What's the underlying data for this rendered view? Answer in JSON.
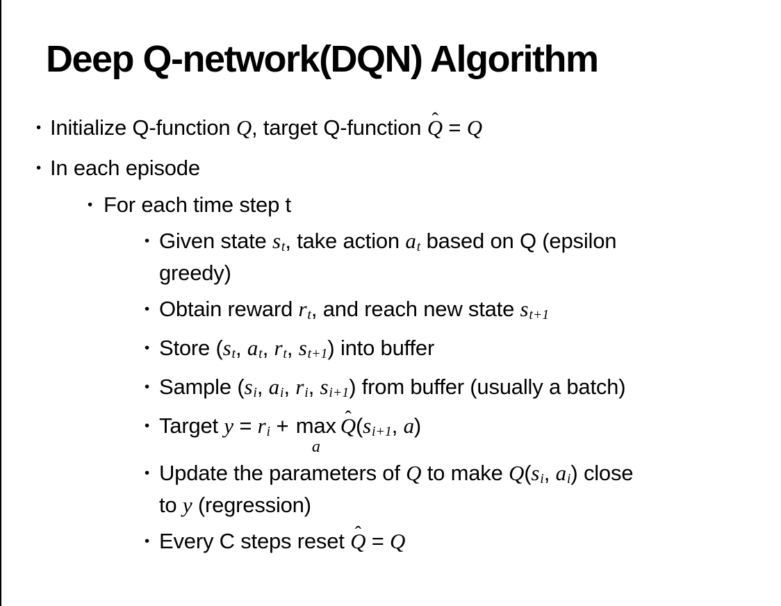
{
  "page": {
    "background_color": "#ffffff",
    "text_color": "#000000",
    "left_edge_line_color": "#000000"
  },
  "slide": {
    "title": "Deep Q-network(DQN) Algorithm",
    "bullet_glyph": "•",
    "bullets": [
      {
        "level": 1,
        "runs": [
          {
            "k": "t",
            "v": "Initialize Q-function "
          },
          {
            "k": "m",
            "v": "Q"
          },
          {
            "k": "t",
            "v": ", target Q-function "
          },
          {
            "k": "hq",
            "v": "Q",
            "hat": "ˆ"
          },
          {
            "k": "t",
            "v": " = "
          },
          {
            "k": "m",
            "v": "Q"
          }
        ]
      },
      {
        "level": 1,
        "runs": [
          {
            "k": "t",
            "v": "In each episode"
          }
        ]
      },
      {
        "level": 2,
        "runs": [
          {
            "k": "t",
            "v": "For each time step t"
          }
        ]
      },
      {
        "level": 3,
        "runs": [
          {
            "k": "t",
            "v": "Given state "
          },
          {
            "k": "ms",
            "b": "s",
            "s": "t"
          },
          {
            "k": "t",
            "v": ", take action "
          },
          {
            "k": "ms",
            "b": "a",
            "s": "t"
          },
          {
            "k": "t",
            "v": " based on Q (epsilon"
          },
          {
            "k": "br"
          },
          {
            "k": "t",
            "v": "greedy)"
          }
        ]
      },
      {
        "level": 3,
        "runs": [
          {
            "k": "t",
            "v": "Obtain reward "
          },
          {
            "k": "ms",
            "b": "r",
            "s": "t"
          },
          {
            "k": "t",
            "v": ", and reach new state "
          },
          {
            "k": "ms",
            "b": "s",
            "s": "t+1"
          }
        ]
      },
      {
        "level": 3,
        "runs": [
          {
            "k": "t",
            "v": "Store ("
          },
          {
            "k": "ms",
            "b": "s",
            "s": "t"
          },
          {
            "k": "t",
            "v": ", "
          },
          {
            "k": "ms",
            "b": "a",
            "s": "t"
          },
          {
            "k": "t",
            "v": ", "
          },
          {
            "k": "ms",
            "b": "r",
            "s": "t"
          },
          {
            "k": "t",
            "v": ", "
          },
          {
            "k": "ms",
            "b": "s",
            "s": "t+1"
          },
          {
            "k": "t",
            "v": ") into buffer"
          }
        ]
      },
      {
        "level": 3,
        "runs": [
          {
            "k": "t",
            "v": "Sample ("
          },
          {
            "k": "ms",
            "b": "s",
            "s": "i"
          },
          {
            "k": "t",
            "v": ", "
          },
          {
            "k": "ms",
            "b": "a",
            "s": "i"
          },
          {
            "k": "t",
            "v": ", "
          },
          {
            "k": "ms",
            "b": "r",
            "s": "i"
          },
          {
            "k": "t",
            "v": ", "
          },
          {
            "k": "ms",
            "b": "s",
            "s": "i+1"
          },
          {
            "k": "t",
            "v": ") from buffer (usually a batch)"
          }
        ]
      },
      {
        "level": 3,
        "runs": [
          {
            "k": "t",
            "v": "Target "
          },
          {
            "k": "m",
            "v": "y"
          },
          {
            "k": "t",
            "v": " = "
          },
          {
            "k": "ms",
            "b": "r",
            "s": "i"
          },
          {
            "k": "t",
            "v": " + "
          },
          {
            "k": "mx",
            "v": "max",
            "s": "a"
          },
          {
            "k": "hq",
            "v": "Q",
            "hat": "ˆ"
          },
          {
            "k": "t",
            "v": "("
          },
          {
            "k": "ms",
            "b": "s",
            "s": "i+1"
          },
          {
            "k": "t",
            "v": ", "
          },
          {
            "k": "m",
            "v": "a"
          },
          {
            "k": "t",
            "v": ")"
          }
        ]
      },
      {
        "level": 3,
        "runs": [
          {
            "k": "t",
            "v": "Update the parameters of "
          },
          {
            "k": "m",
            "v": "Q"
          },
          {
            "k": "t",
            "v": " to make "
          },
          {
            "k": "m",
            "v": "Q"
          },
          {
            "k": "t",
            "v": "("
          },
          {
            "k": "ms",
            "b": "s",
            "s": "i"
          },
          {
            "k": "t",
            "v": ", "
          },
          {
            "k": "ms",
            "b": "a",
            "s": "i"
          },
          {
            "k": "t",
            "v": ") close"
          },
          {
            "k": "br"
          },
          {
            "k": "t",
            "v": "to "
          },
          {
            "k": "m",
            "v": "y"
          },
          {
            "k": "t",
            "v": " (regression)"
          }
        ]
      },
      {
        "level": 3,
        "runs": [
          {
            "k": "t",
            "v": "Every C steps reset "
          },
          {
            "k": "hq",
            "v": "Q",
            "hat": "ˆ"
          },
          {
            "k": "t",
            "v": " = "
          },
          {
            "k": "m",
            "v": "Q"
          }
        ]
      }
    ]
  }
}
